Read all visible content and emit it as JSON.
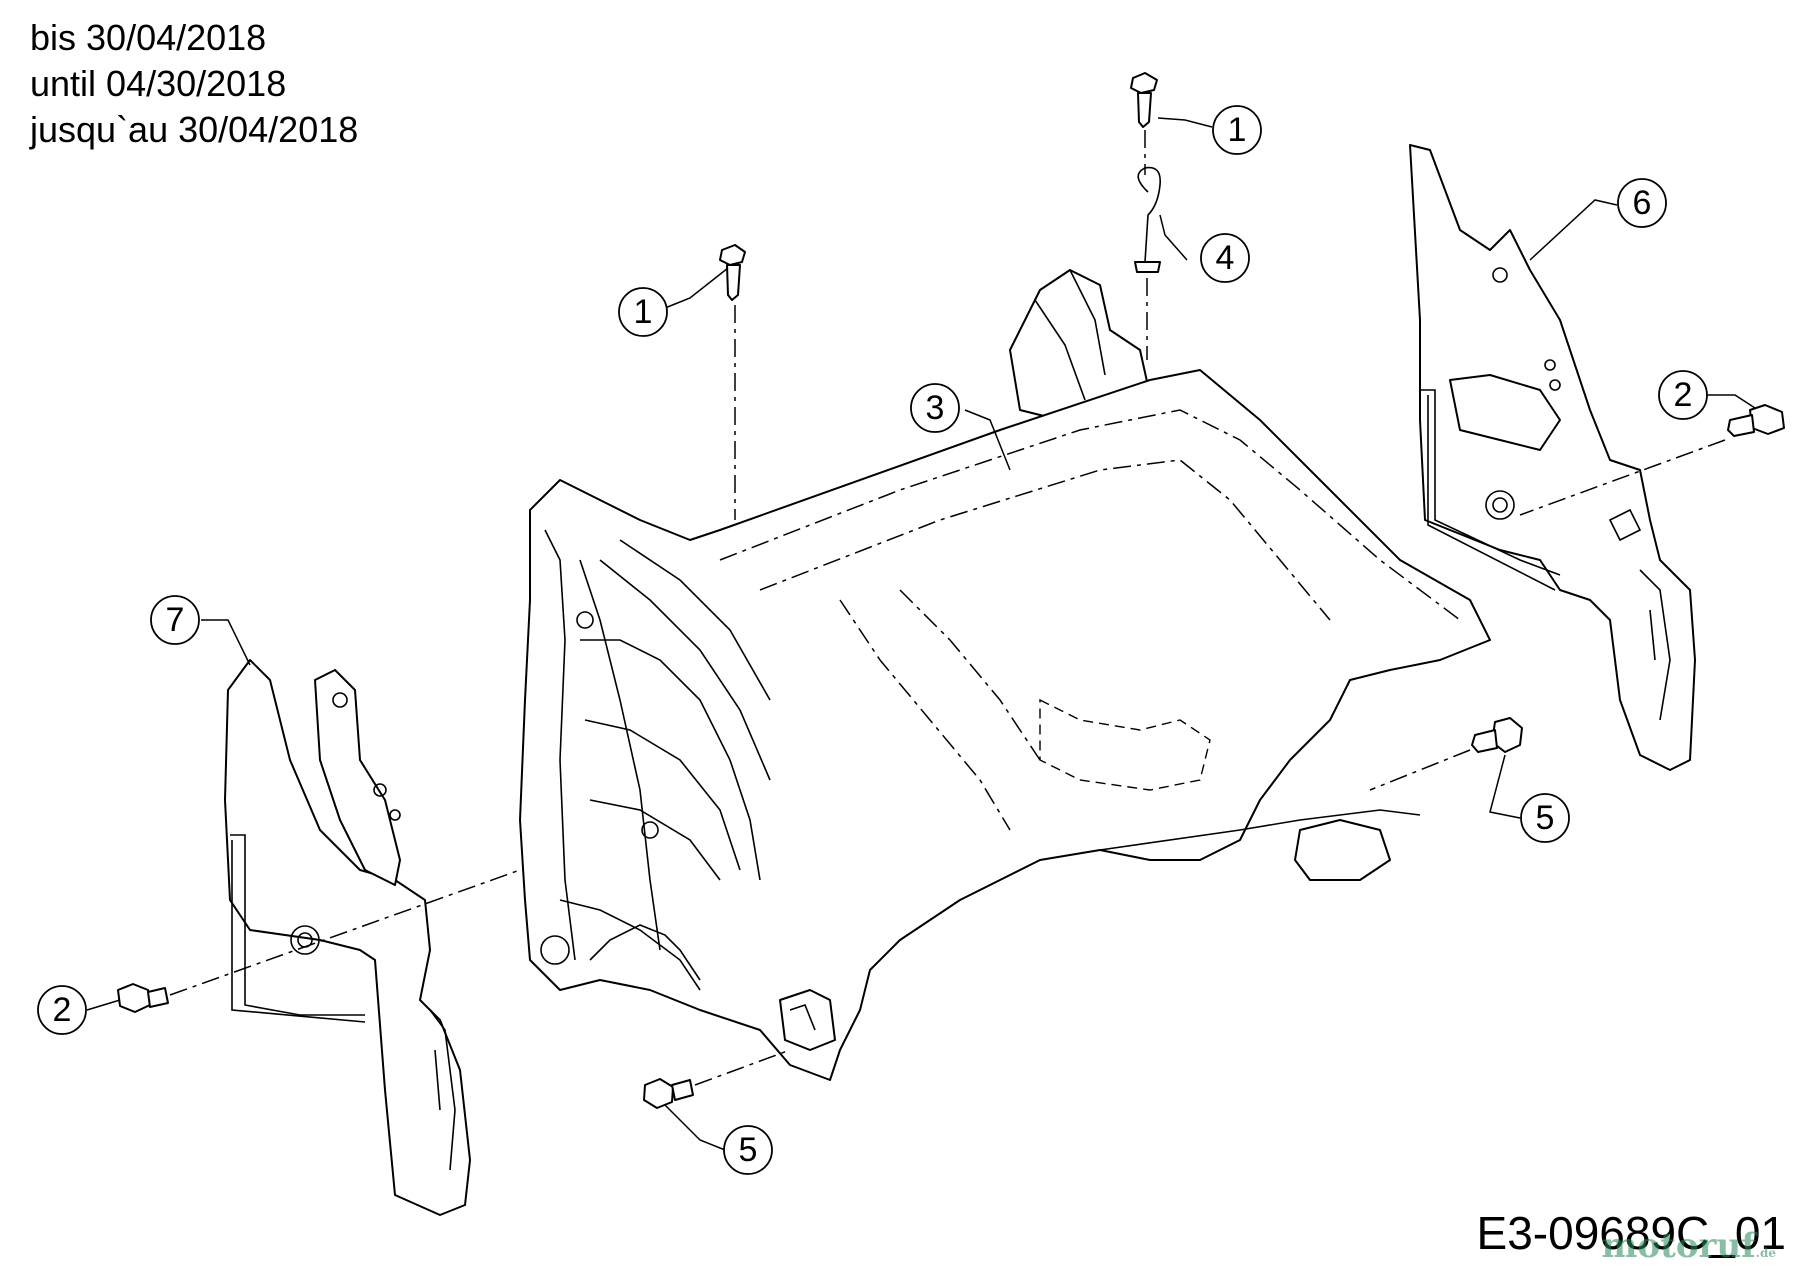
{
  "header": {
    "line1": "bis 30/04/2018",
    "line2": "until 04/30/2018",
    "line3": "jusqu`au 30/04/2018"
  },
  "drawing_code": "E3-09689C_01",
  "watermark": {
    "text": "motoruf",
    "suffix": ".de"
  },
  "callouts": {
    "c1a": "1",
    "c1b": "1",
    "c2a": "2",
    "c2b": "2",
    "c3": "3",
    "c4": "4",
    "c5a": "5",
    "c5b": "5",
    "c6": "6",
    "c7": "7"
  },
  "colors": {
    "line": "#000000",
    "background": "#ffffff",
    "watermark": "#2a8a5a"
  }
}
